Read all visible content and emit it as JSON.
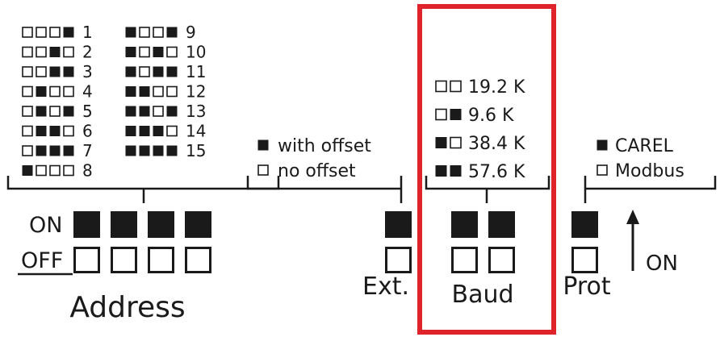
{
  "address": {
    "label": "Address",
    "on_label": "ON",
    "off_label": "OFF",
    "codes": [
      {
        "pattern": "0001",
        "label": "1"
      },
      {
        "pattern": "0010",
        "label": "2"
      },
      {
        "pattern": "0011",
        "label": "3"
      },
      {
        "pattern": "0100",
        "label": "4"
      },
      {
        "pattern": "0101",
        "label": "5"
      },
      {
        "pattern": "0110",
        "label": "6"
      },
      {
        "pattern": "0111",
        "label": "7"
      },
      {
        "pattern": "1000",
        "label": "8"
      },
      {
        "pattern": "1001",
        "label": "9"
      },
      {
        "pattern": "1010",
        "label": "10"
      },
      {
        "pattern": "1011",
        "label": "11"
      },
      {
        "pattern": "1100",
        "label": "12"
      },
      {
        "pattern": "1101",
        "label": "13"
      },
      {
        "pattern": "1110",
        "label": "14"
      },
      {
        "pattern": "1111",
        "label": "15"
      }
    ]
  },
  "ext": {
    "label": "Ext.",
    "options": [
      {
        "pattern": "1",
        "label": "with offset"
      },
      {
        "pattern": "0",
        "label": "no offset"
      }
    ]
  },
  "baud": {
    "label": "Baud",
    "options": [
      {
        "pattern": "00",
        "label": "19.2 K"
      },
      {
        "pattern": "01",
        "label": "9.6 K"
      },
      {
        "pattern": "10",
        "label": "38.4 K"
      },
      {
        "pattern": "11",
        "label": "57.6 K"
      }
    ]
  },
  "prot": {
    "label": "Prot",
    "options": [
      {
        "pattern": "1",
        "label": "CAREL"
      },
      {
        "pattern": "0",
        "label": "Modbus"
      }
    ]
  },
  "on_indicator": "ON",
  "colors": {
    "ink": "#1a1a1a",
    "highlight": "#e0232b"
  }
}
